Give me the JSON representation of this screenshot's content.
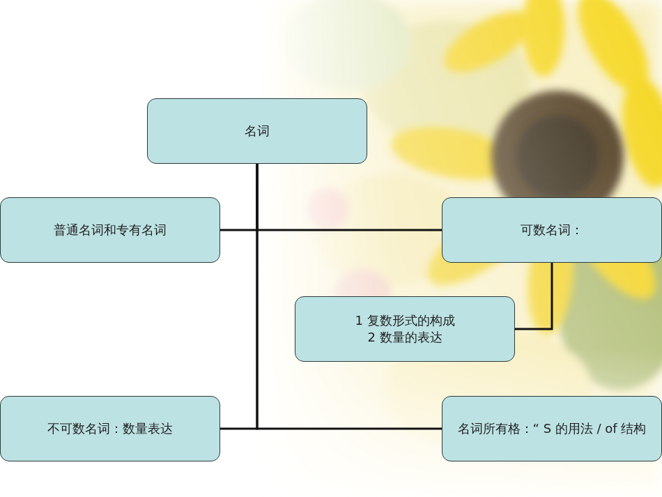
{
  "diagram": {
    "nodes": [
      {
        "text": [
          "名词"
        ]
      },
      {
        "text": [
          "普通名词和专有名词"
        ]
      },
      {
        "text": [
          "可数名词："
        ]
      },
      {
        "text": [
          "1 复数形式的构成",
          "2  数量的表达"
        ]
      },
      {
        "text": [
          "不可数名词：数量表达"
        ]
      },
      {
        "text": [
          "名词所有格：“ S 的用法 / of  结构"
        ]
      }
    ],
    "edges": [
      {
        "from": 0,
        "to": 1,
        "arrow": "none"
      },
      {
        "from": 0,
        "to": 2,
        "arrow": "none"
      },
      {
        "from": 0,
        "to": 4,
        "arrow": "none"
      },
      {
        "from": 0,
        "to": 5,
        "arrow": "none"
      },
      {
        "from": 2,
        "to": 3,
        "arrow": "none"
      }
    ]
  }
}
